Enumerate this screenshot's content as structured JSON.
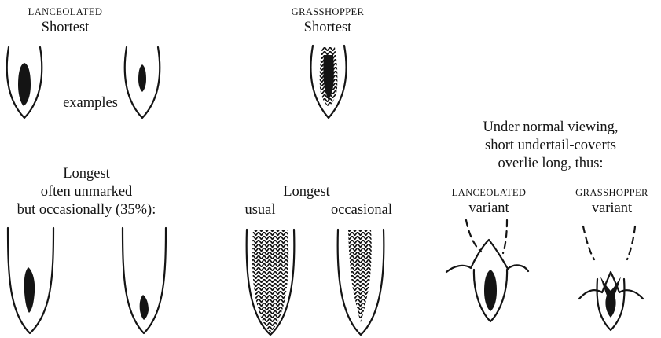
{
  "labels": {
    "lanceolated_top": "LANCEOLATED",
    "shortest_left": "Shortest",
    "grasshopper_top": "GRASSHOPPER",
    "shortest_mid": "Shortest",
    "examples": "examples",
    "longest_left": "Longest",
    "often_unmarked": "often unmarked",
    "occasionally": "but occasionally (35%):",
    "longest_mid": "Longest",
    "usual": "usual",
    "occasional": "occasional",
    "under_normal": "Under normal viewing,",
    "short_coverts": "short undertail-coverts",
    "overlie": "overlie long, thus:",
    "lanceolated_variant_title": "LANCEOLATED",
    "lanceolated_variant": "variant",
    "grasshopper_variant_title": "GRASSHOPPER",
    "grasshopper_variant": "variant"
  },
  "colors": {
    "ink": "#141414",
    "background": "#ffffff"
  }
}
